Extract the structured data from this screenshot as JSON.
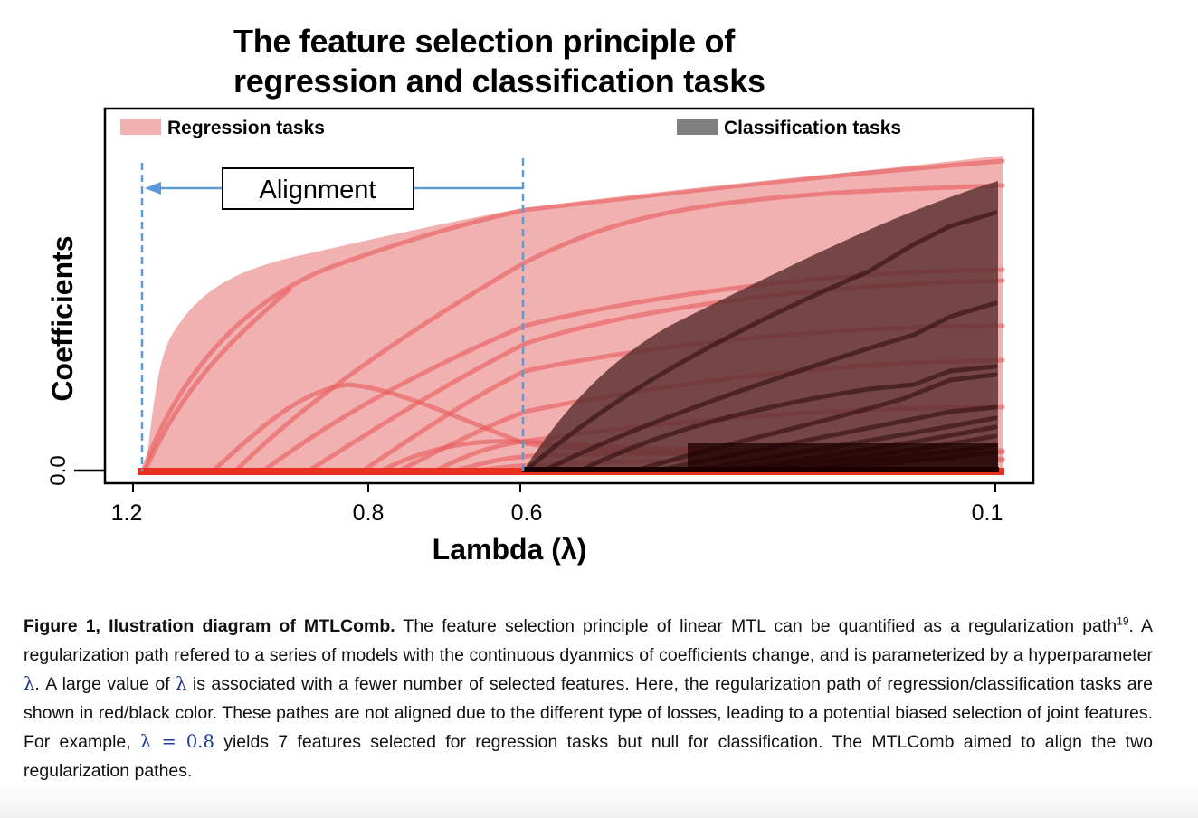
{
  "figure": {
    "title_line1": "The feature selection principle of",
    "title_line2": "regression and classification tasks",
    "legend": [
      {
        "label": "Regression tasks",
        "color": "#f2b1b1"
      },
      {
        "label": "Classification tasks",
        "color": "#808080"
      }
    ],
    "annotation": "Alignment",
    "ylabel": "Coefficients",
    "ytick": "0.0",
    "xlabel": "Lambda (λ)",
    "xticks": [
      "1.2",
      "0.8",
      "0.6",
      "0.1"
    ]
  },
  "chart_data": {
    "type": "line",
    "title": "The feature selection principle of regression and classification tasks",
    "xlabel": "Lambda (λ)",
    "ylabel": "Coefficients",
    "x_ticks": [
      1.2,
      0.8,
      0.6,
      0.1
    ],
    "y_ticks": [
      0.0
    ],
    "x_reversed": true,
    "legend": [
      "Regression tasks",
      "Classification tasks"
    ],
    "legend_position": "top",
    "annotations": [
      {
        "text": "Alignment",
        "type": "arrow",
        "from_lambda": 0.6,
        "to_lambda": 1.2
      },
      {
        "type": "vline",
        "lambda": 1.2,
        "style": "dashed",
        "color": "#5b9bd5"
      },
      {
        "type": "vline",
        "lambda": 0.6,
        "style": "dashed",
        "color": "#5b9bd5"
      }
    ],
    "series": [
      {
        "name": "Regression tasks",
        "color": "#e8474a",
        "envelope_color": "#f2b1b1",
        "first_nonzero_lambda": 1.2,
        "description": "regularization paths of regression coefficients; features enter from lambda 1.2"
      },
      {
        "name": "Classification tasks",
        "color": "#3a1414",
        "envelope_color": "#5a2e2e",
        "first_nonzero_lambda": 0.6,
        "description": "regularization paths of classification coefficients; features enter from lambda 0.6"
      }
    ],
    "grid": false
  },
  "caption": {
    "label": "Figure 1, Ilustration diagram of MTLComb.",
    "seg1": " The feature selection principle of linear MTL can be quantified as a regularization path",
    "ref": "19",
    "seg2": ". A regularization path refered to a series of models with the continuous dyanmics of coefficients change, and is parameterized by a hyperparameter ",
    "lambda1": "λ",
    "seg3": ". A large value of ",
    "lambda2": "λ",
    "seg4": " is associated with a fewer number of selected features. Here, the regularization path of regression/classification tasks are shown in red/black color. These pathes are not aligned due to the different type of losses, leading to a potential biased selection of joint features. For example, ",
    "lambda_eq": "λ = 0.8",
    "seg5": " yields 7 features selected for regression tasks but null for classification. The MTLComb aimed to align the two regularization pathes."
  }
}
